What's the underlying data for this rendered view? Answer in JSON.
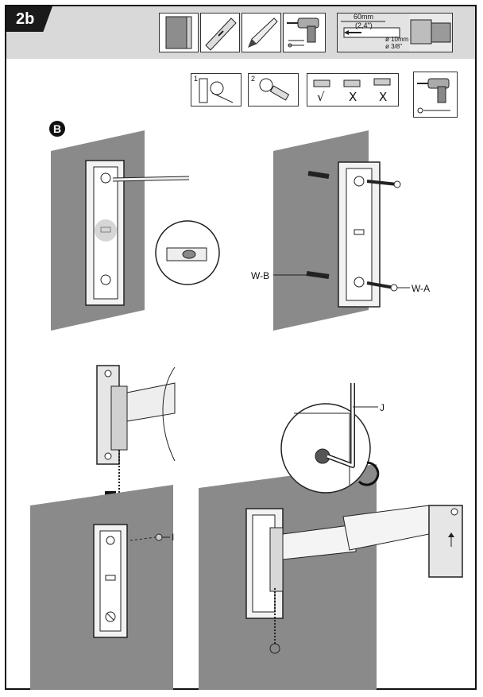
{
  "header": {
    "step": "2b",
    "drill_spec": {
      "depth_mm": "60mm",
      "depth_in": "(2,4\")",
      "diameter_mm": "ø 10mm",
      "diameter_in": "ø 3/8\""
    }
  },
  "prep_steps": {
    "step1": "1",
    "step2": "2",
    "check": "√",
    "cross1": "X",
    "cross2": "X"
  },
  "section": {
    "marker": "B"
  },
  "callouts": {
    "wall_plug": "W-B",
    "wood_screw": "W-A",
    "hex_key": "J",
    "bolt": "I"
  },
  "colors": {
    "wall": "#8a8a8a",
    "header_band": "#d9d9d9",
    "ink": "#111111"
  }
}
